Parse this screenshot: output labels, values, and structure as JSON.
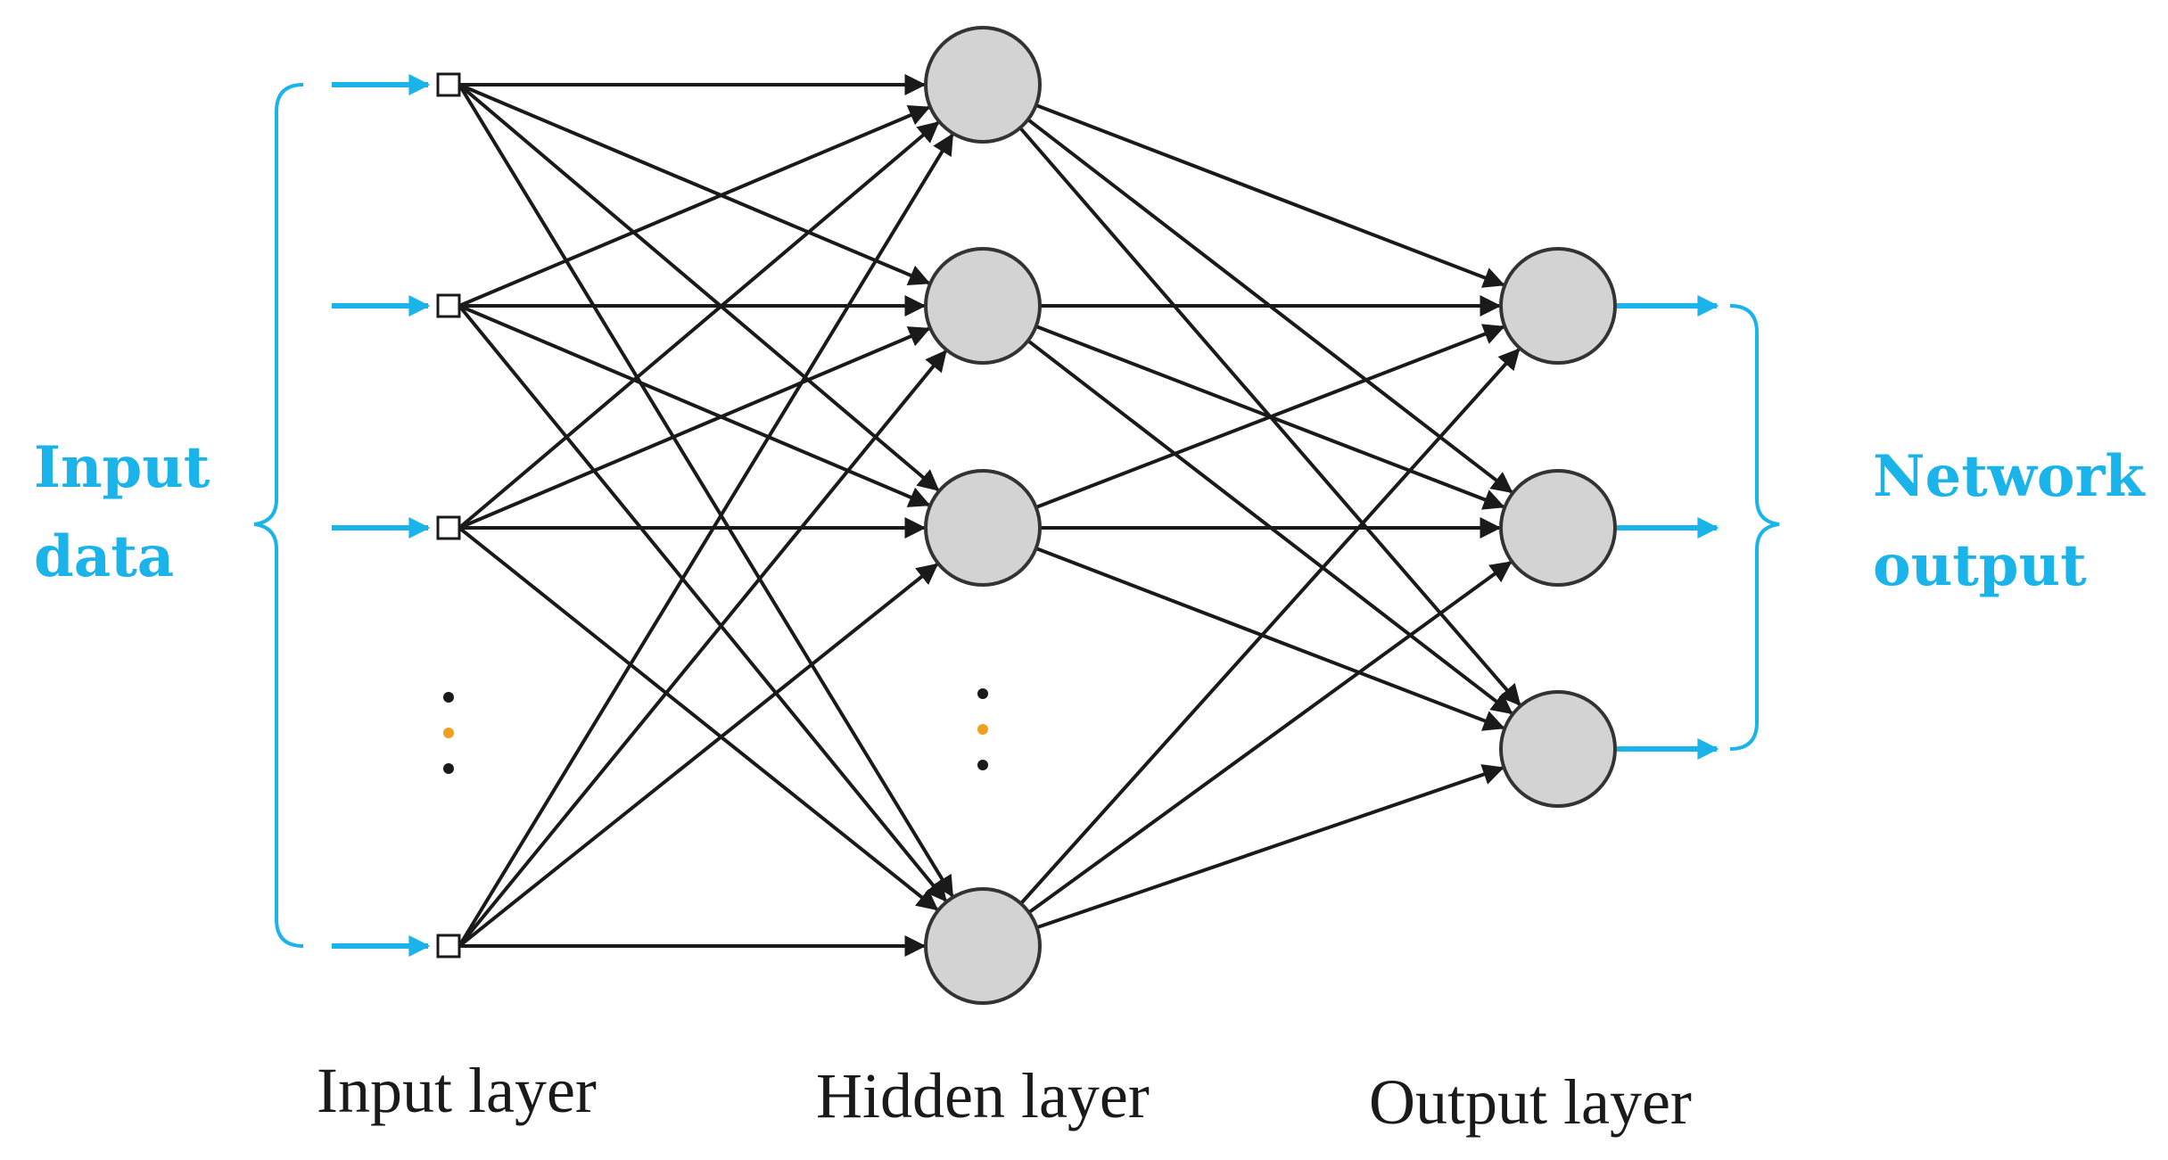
{
  "colors": {
    "accent": "#1ab3ea",
    "edge": "#1a1a1a",
    "neuron_fill": "#d3d3d3",
    "neuron_stroke": "#333333",
    "ellipsis_dot_1": "#1a1a1a",
    "ellipsis_dot_2": "#f0a020",
    "ellipsis_dot_3": "#1a1a1a"
  },
  "labels": {
    "input_data": [
      "Input",
      "data"
    ],
    "network_output": [
      "Network",
      "output"
    ],
    "input_layer": "Input layer",
    "hidden_layer": "Hidden layer",
    "output_layer": "Output layer"
  }
}
